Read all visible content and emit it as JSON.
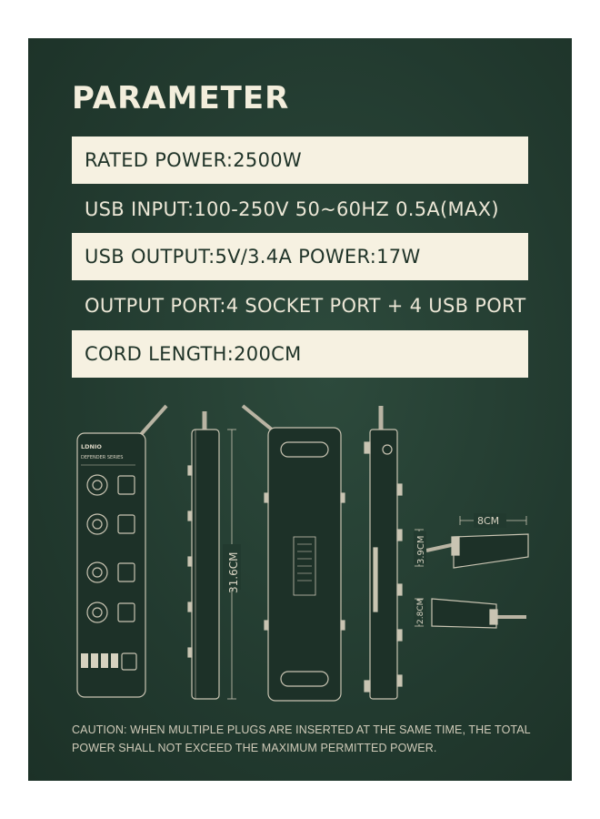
{
  "title": "PARAMETER",
  "specs": [
    "RATED POWER:2500W",
    "USB INPUT:100-250V  50~60HZ 0.5A(MAX)",
    "USB OUTPUT:5V/3.4A  POWER:17W",
    "OUTPUT PORT:4 SOCKET PORT + 4 USB PORT",
    "CORD LENGTH:200CM"
  ],
  "diagram": {
    "brand": "LDNIO",
    "series": "DEFENDER SERIES",
    "length_label": "31.6CM",
    "width_label": "8CM",
    "height_label": "3.9CM",
    "depth_label": "2.8CM"
  },
  "caution": "CAUTION:  WHEN MULTIPLE PLUGS ARE INSERTED AT THE SAME TIME, THE TOTAL POWER SHALL NOT EXCEED THE MAXIMUM PERMITTED POWER.",
  "colors": {
    "background": "#223a2f",
    "row_highlight": "#f6f1e1",
    "text_light": "#ece7d6"
  }
}
